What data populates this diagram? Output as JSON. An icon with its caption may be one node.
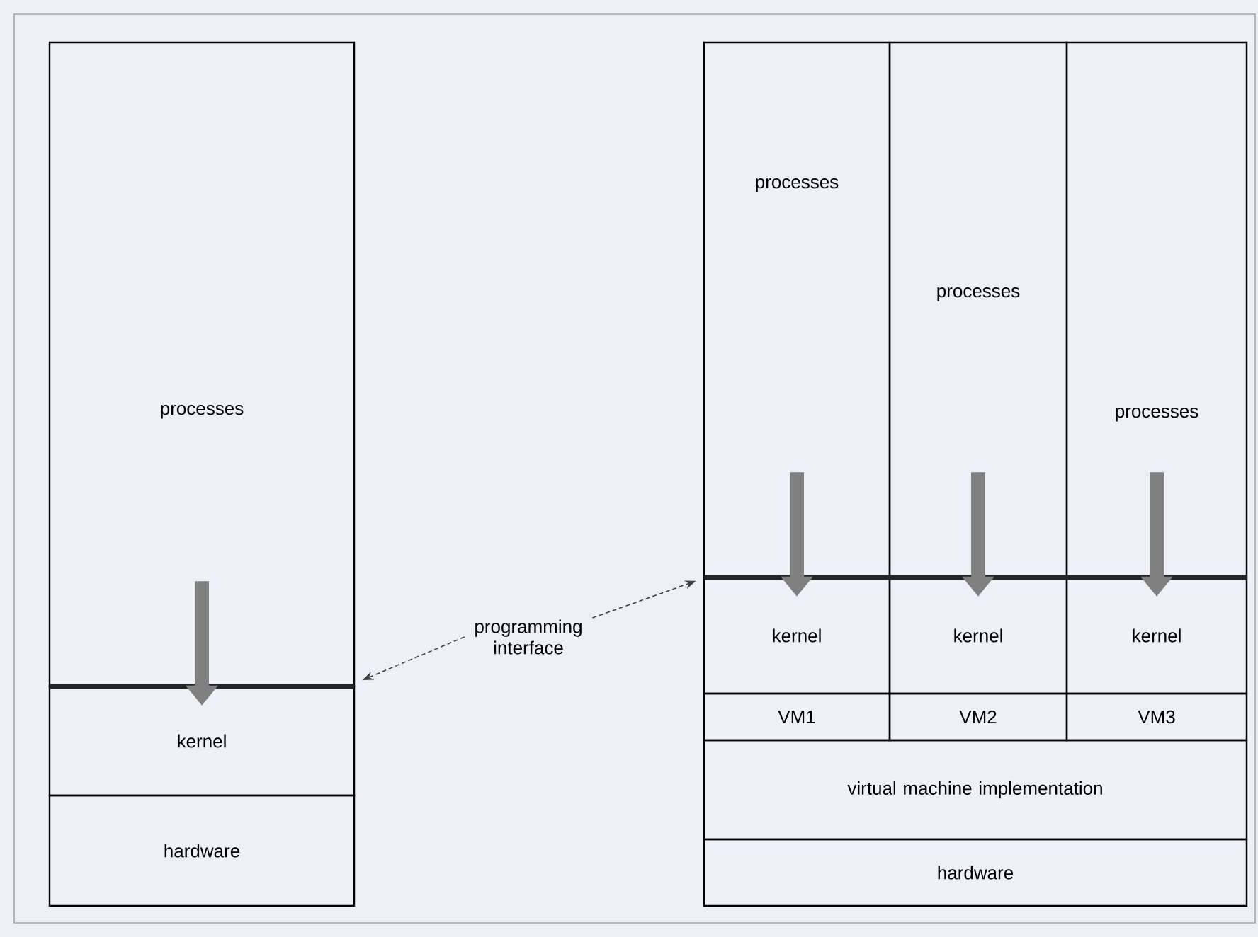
{
  "diagram": {
    "nodes": [
      {
        "text": [
          "processes"
        ]
      },
      {
        "text": [
          "kernel"
        ]
      },
      {
        "text": [
          "hardware"
        ]
      },
      {
        "text": [
          "programming interface"
        ]
      },
      {
        "text": [
          "processes"
        ]
      },
      {
        "text": [
          "processes"
        ]
      },
      {
        "text": [
          "processes"
        ]
      },
      {
        "text": [
          "kernel"
        ]
      },
      {
        "text": [
          "kernel"
        ]
      },
      {
        "text": [
          "kernel"
        ]
      },
      {
        "text": [
          "VM1"
        ]
      },
      {
        "text": [
          "VM2"
        ]
      },
      {
        "text": [
          "VM3"
        ]
      },
      {
        "text": [
          "virtual machine implementation"
        ]
      },
      {
        "text": [
          "hardware"
        ]
      }
    ],
    "edges": [
      {
        "from": 0,
        "to": 1,
        "arrow": "to"
      },
      {
        "from": 4,
        "to": 7,
        "arrow": "to"
      },
      {
        "from": 5,
        "to": 8,
        "arrow": "to"
      },
      {
        "from": 6,
        "to": 9,
        "arrow": "to"
      },
      {
        "from": 3,
        "to": 0,
        "arrow": "to",
        "style": "dashed"
      },
      {
        "from": 3,
        "to": 7,
        "arrow": "to",
        "style": "dashed"
      }
    ]
  }
}
